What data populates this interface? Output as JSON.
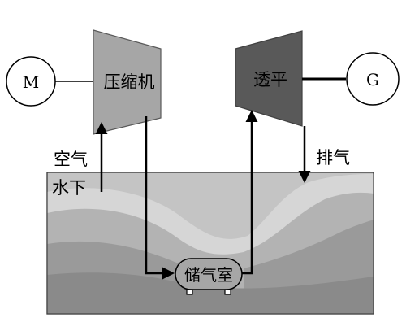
{
  "diagram": {
    "motor_label": "M",
    "compressor_label": "压缩机",
    "turbine_label": "透平",
    "generator_label": "G",
    "air_label": "空气",
    "exhaust_label": "排气",
    "underwater_label": "水下",
    "storage_label": "储气室"
  },
  "colors": {
    "compressor_fill": "#a6a6a6",
    "turbine_fill": "#595959",
    "water_light": "#d9d9d9",
    "water_mid": "#bfbfbf",
    "water_dark": "#8c8c8c",
    "storage_fill": "#a6a6a6",
    "line": "#000000"
  }
}
